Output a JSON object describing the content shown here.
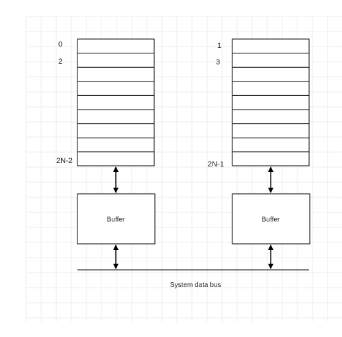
{
  "left_bank": {
    "labels": [
      "0",
      "2",
      "2N-2"
    ],
    "buffer_label": "Buffer"
  },
  "right_bank": {
    "labels": [
      "1",
      "3",
      "2N-1"
    ],
    "buffer_label": "Buffer"
  },
  "bus_label": "System data bus",
  "colors": {
    "background": "#ffffff",
    "grid": "#eeeeee",
    "stroke": "#000000",
    "text": "#222222"
  }
}
